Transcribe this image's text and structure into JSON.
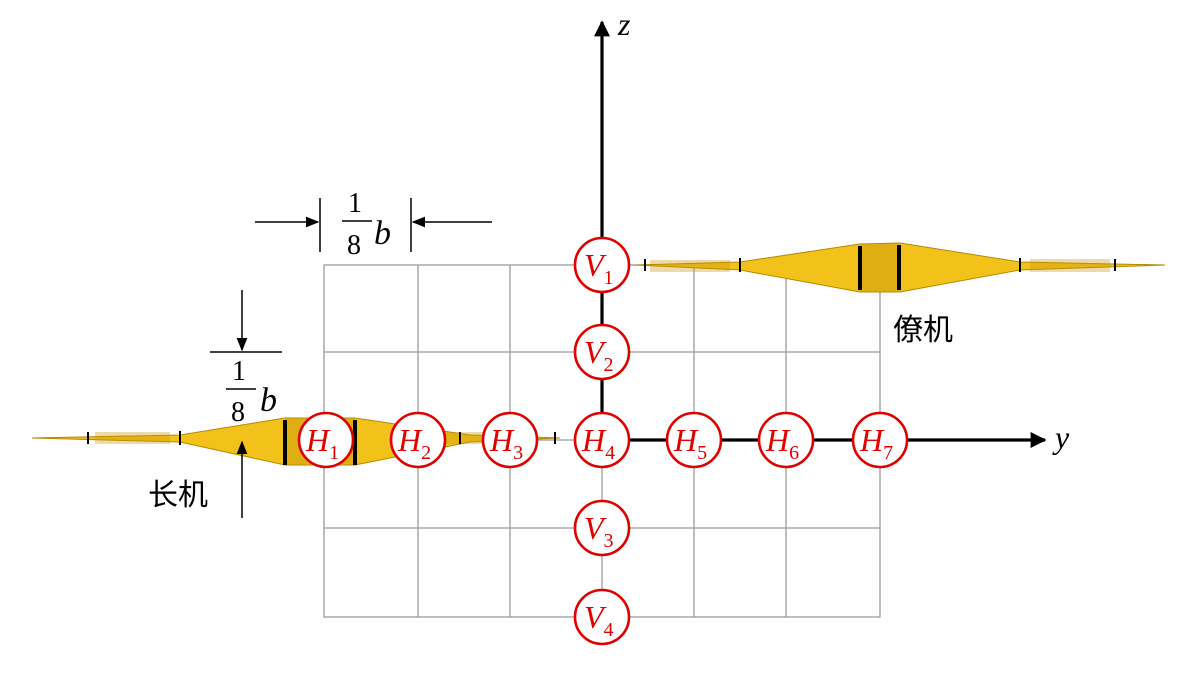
{
  "axes": {
    "z_label": "z",
    "y_label": "y"
  },
  "spacing": {
    "horizontal": {
      "numerator": "1",
      "denominator": "8",
      "variable": "b"
    },
    "vertical": {
      "numerator": "1",
      "denominator": "8",
      "variable": "b"
    }
  },
  "aircraft": {
    "leader_label": "长机",
    "wingman_label": "僚机"
  },
  "positions": {
    "vertical": [
      {
        "letter": "V",
        "sub": "1"
      },
      {
        "letter": "V",
        "sub": "2"
      },
      {
        "letter": "V",
        "sub": "3"
      },
      {
        "letter": "V",
        "sub": "4"
      }
    ],
    "horizontal": [
      {
        "letter": "H",
        "sub": "1"
      },
      {
        "letter": "H",
        "sub": "2"
      },
      {
        "letter": "H",
        "sub": "3"
      },
      {
        "letter": "H",
        "sub": "4"
      },
      {
        "letter": "H",
        "sub": "5"
      },
      {
        "letter": "H",
        "sub": "6"
      },
      {
        "letter": "H",
        "sub": "7"
      }
    ]
  },
  "colors": {
    "marker": "#e10000",
    "wing": "#f2c21a",
    "grid": "#9a9a9a"
  }
}
